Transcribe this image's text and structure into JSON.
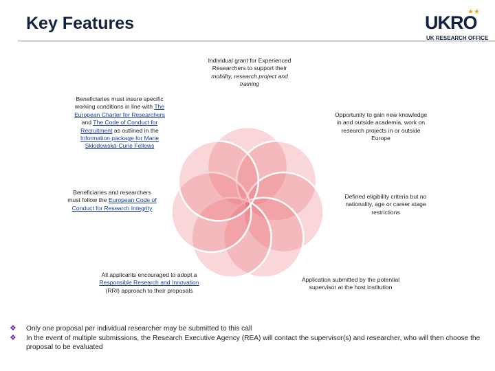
{
  "header": {
    "title": "Key Features",
    "logo": {
      "text": "UKRO",
      "subtitle": "UK RESEARCH OFFICE",
      "stars": "★★"
    }
  },
  "diagram": {
    "petal_color": "#e8646e",
    "top": {
      "line1": "Individual grant for Experienced",
      "line2": "Researchers to support their",
      "line3": "mobility, research project and",
      "line4": "training"
    },
    "upper_left": {
      "p1": "Beneficiaries must insure specific working conditions in line with ",
      "link1": "The European Charter for Researchers",
      "p2": " and ",
      "link2": "The Code of Conduct for Recruitment",
      "p3": " as outlined in the ",
      "link3": "Information package for Marie Skłodowska-Curie Fellows"
    },
    "upper_right": "Opportunity to gain new knowledge in and outside academia, work on research projects in or outside Europe",
    "middle_left": {
      "p1": "Beneficiaries and researchers must follow the ",
      "link1": "European Code of Conduct for Research Integrity"
    },
    "middle_right": "Defined eligibility criteria but no nationality, age or career stage restrictions",
    "lower_left": {
      "p1": "All applicants encouraged to adopt a ",
      "link1": "Responsible Research and Innovation ",
      "p2": "(RRI) approach to their proposals"
    },
    "lower_right": "Application submitted by the potential supervisor at the host institution"
  },
  "notes": [
    "Only one proposal per individual researcher may be submitted to this call",
    "In the event of multiple submissions, the Research Executive Agency (REA) will contact the supervisor(s) and researcher, who will then choose the proposal to be evaluated"
  ],
  "bullet_symbol": "❖"
}
